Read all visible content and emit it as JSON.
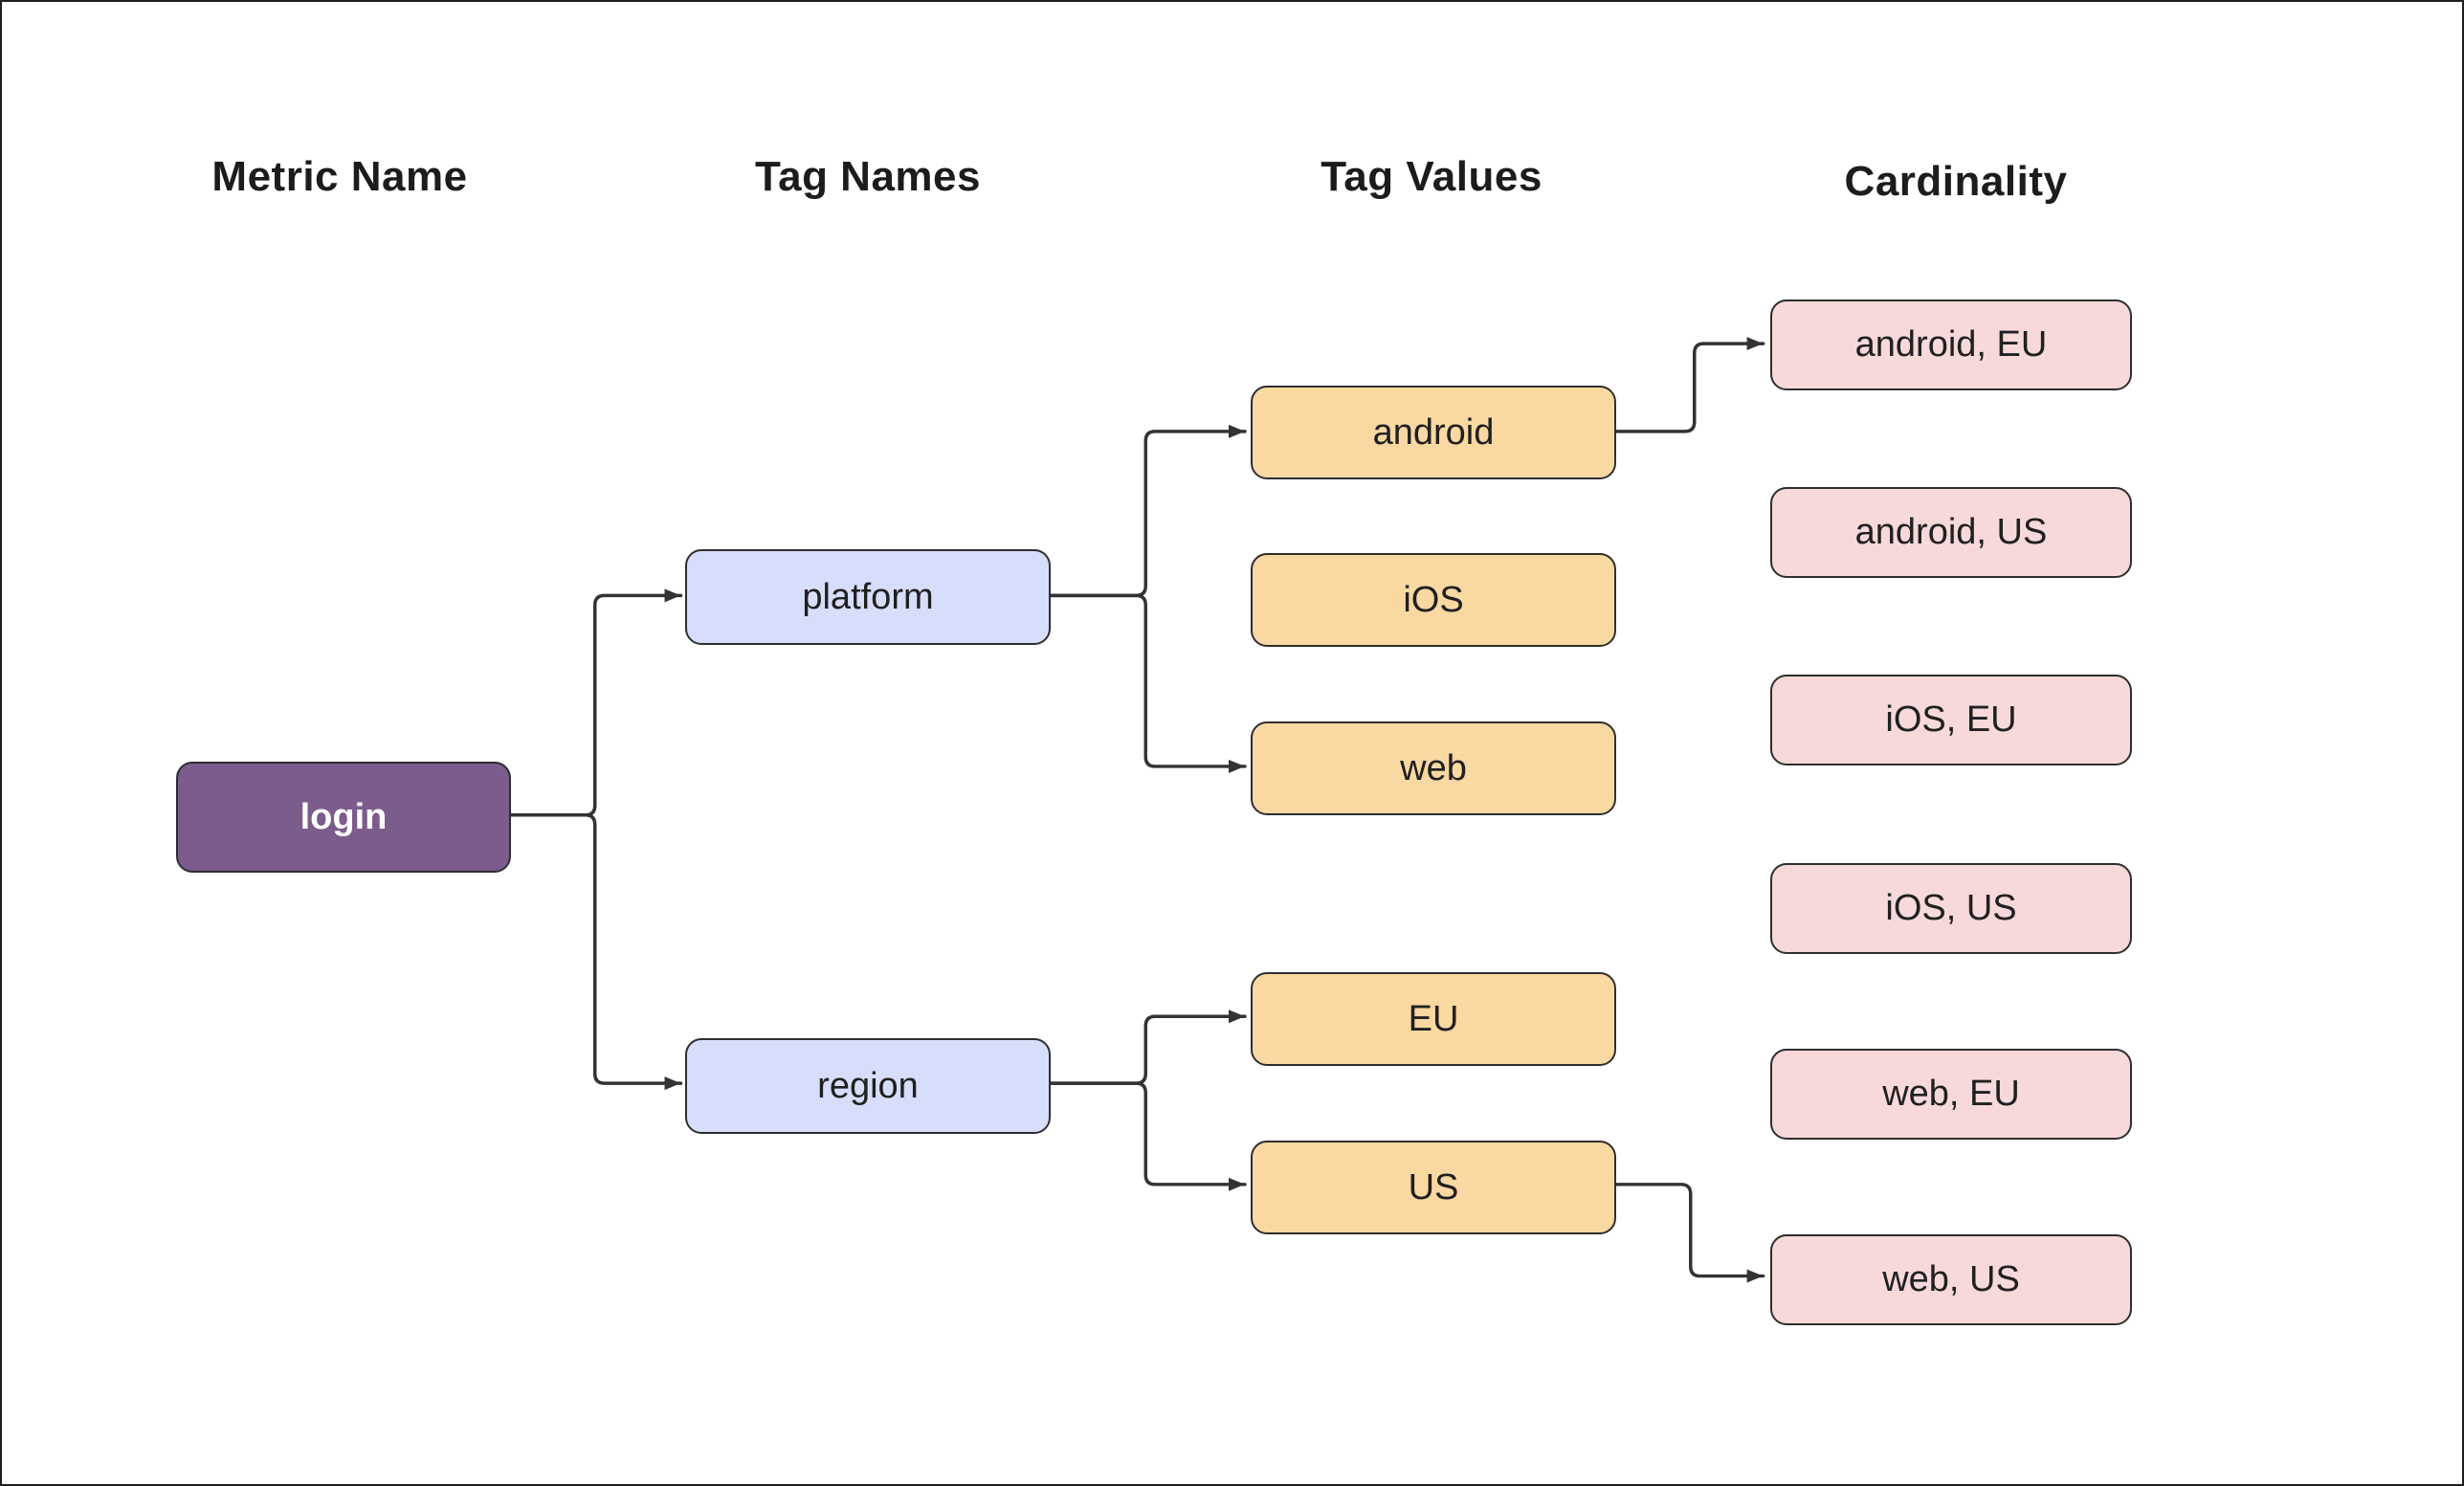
{
  "diagram": {
    "columns": [
      {
        "title": "Metric Name"
      },
      {
        "title": "Tag Names"
      },
      {
        "title": "Tag Values"
      },
      {
        "title": "Cardinality"
      }
    ],
    "metric": {
      "label": "login"
    },
    "tag_names": [
      {
        "label": "platform"
      },
      {
        "label": "region"
      }
    ],
    "tag_values": [
      {
        "label": "android"
      },
      {
        "label": "iOS"
      },
      {
        "label": "web"
      },
      {
        "label": "EU"
      },
      {
        "label": "US"
      }
    ],
    "cardinality": [
      {
        "label": "android, EU"
      },
      {
        "label": "android, US"
      },
      {
        "label": "iOS, EU"
      },
      {
        "label": "iOS, US"
      },
      {
        "label": "web, EU"
      },
      {
        "label": "web, US"
      }
    ],
    "edges": [
      {
        "from": "login",
        "to": "platform"
      },
      {
        "from": "login",
        "to": "region"
      },
      {
        "from": "platform",
        "to": "android"
      },
      {
        "from": "platform",
        "to": "web"
      },
      {
        "from": "region",
        "to": "EU"
      },
      {
        "from": "region",
        "to": "US"
      },
      {
        "from": "android",
        "to": "android, EU"
      },
      {
        "from": "US",
        "to": "web, US"
      }
    ],
    "colors": {
      "background": "#ffffff",
      "frame_border": "#1f1f1f",
      "metric_fill": "#7b5c8c",
      "metric_text": "#ffffff",
      "tag_name_fill": "#d7defb",
      "tag_value_fill": "#fad8a2",
      "cardinality_fill": "#f7d9da",
      "node_border": "#2e2e2e",
      "node_text": "#202020",
      "heading_text": "#1c1c1c",
      "connector_line": "#333333"
    }
  }
}
